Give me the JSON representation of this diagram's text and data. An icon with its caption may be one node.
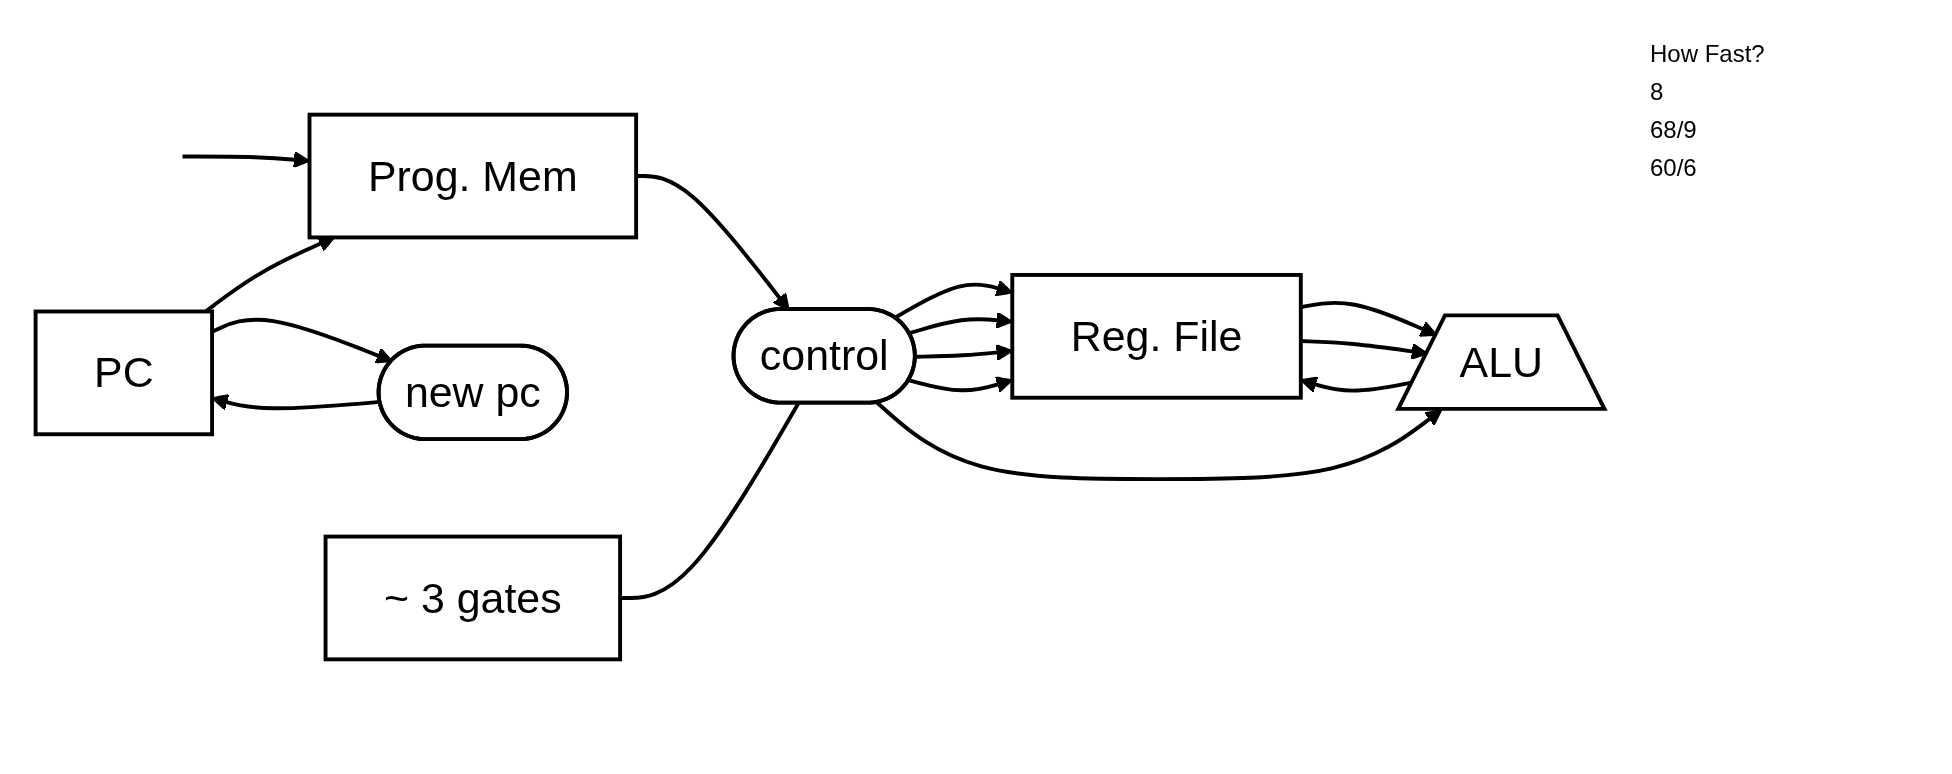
{
  "diagram": {
    "nodes": [
      {
        "text": [
          "Prog. Mem"
        ]
      },
      {
        "text": [
          "Reg. File"
        ]
      },
      {
        "text": [
          "ALU"
        ]
      },
      {
        "text": [
          "PC"
        ]
      },
      {
        "text": [
          "new pc"
        ]
      },
      {
        "text": [
          "~ 3 gates"
        ]
      },
      {
        "text": [
          "control"
        ]
      }
    ],
    "edges": [
      {
        "from": 3,
        "to": 0,
        "arrow": "to"
      },
      {
        "from": null,
        "to": 0,
        "arrow": "to"
      },
      {
        "from": 3,
        "to": 4,
        "arrow": "to"
      },
      {
        "from": 4,
        "to": 3,
        "arrow": "to"
      },
      {
        "from": 0,
        "to": 6,
        "arrow": "to"
      },
      {
        "from": 2,
        "to": 1,
        "arrow": "to"
      },
      {
        "from": 1,
        "to": 2,
        "arrow": "to"
      },
      {
        "from": 1,
        "to": 2,
        "arrow": "to"
      },
      {
        "from": 6,
        "to": 1,
        "arrow": "to"
      },
      {
        "from": 6,
        "to": 1,
        "arrow": "to"
      },
      {
        "from": 6,
        "to": 1,
        "arrow": "to"
      },
      {
        "from": 6,
        "to": 1,
        "arrow": "to"
      },
      {
        "from": 6,
        "to": 2,
        "arrow": "to"
      },
      {
        "from": 5,
        "to": 6,
        "arrow": "none"
      }
    ],
    "labels": [
      "How Fast?",
      "8",
      "68/9",
      "60/6"
    ]
  }
}
